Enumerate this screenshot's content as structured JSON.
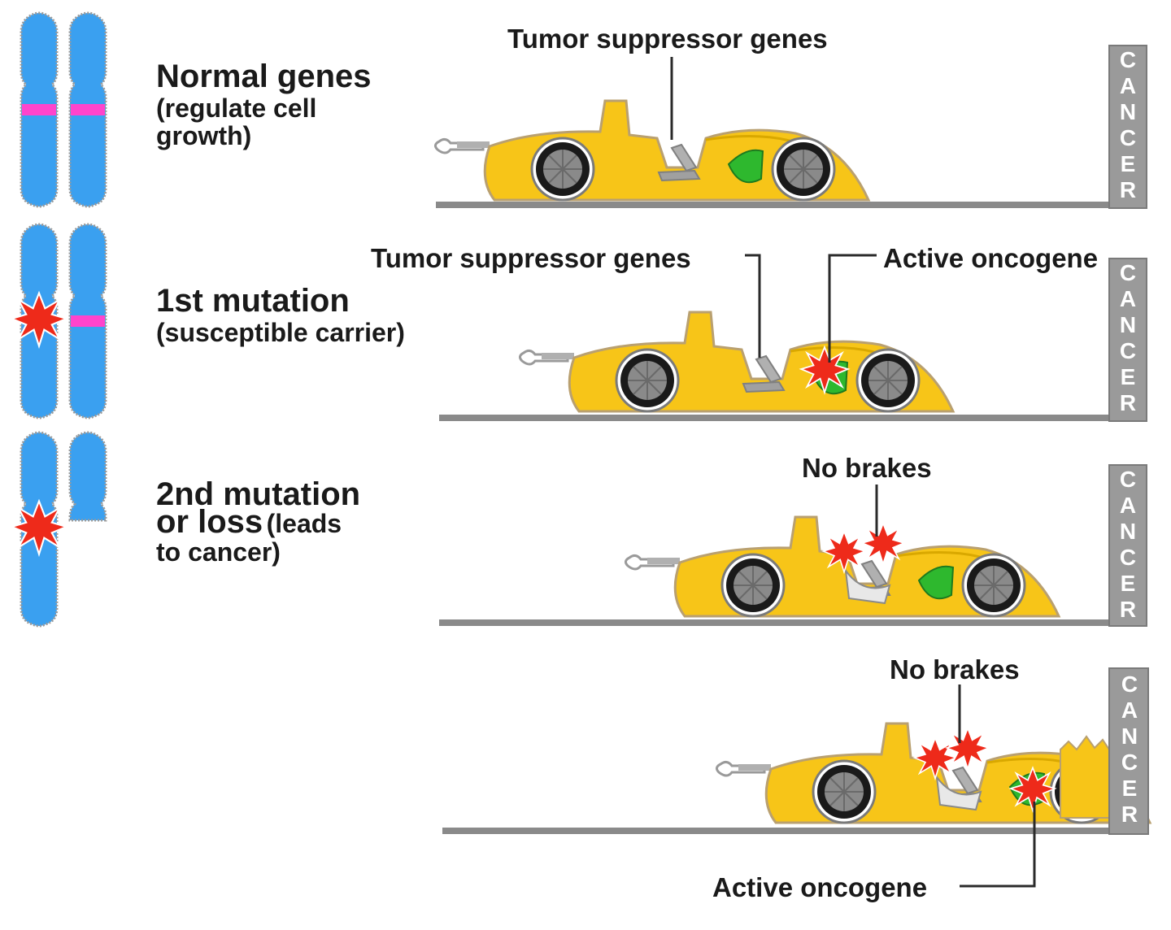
{
  "rows": [
    {
      "title": "Normal genes",
      "note_lines": [
        "(regulate cell",
        "growth)"
      ],
      "callout_left": "Tumor suppressor genes",
      "callout_right": "",
      "wall_text": "CANCER"
    },
    {
      "title": "1st mutation",
      "note_lines": [
        "(susceptible carrier)"
      ],
      "callout_left": "Tumor suppressor genes",
      "callout_right": "Active oncogene",
      "wall_text": "CANCER"
    },
    {
      "title": "2nd mutation",
      "title_line2": "or loss",
      "note_inline": "(leads",
      "note_lines": [
        "to cancer)"
      ],
      "callout_left": "No brakes",
      "callout_right": "",
      "wall_text": "CANCER"
    },
    {
      "title": "",
      "note_lines": [],
      "callout_left": "No brakes",
      "callout_right": "Active oncogene",
      "wall_text": "CANCER"
    }
  ],
  "colors": {
    "chromosome": "#3aa0f0",
    "chromosome_outline": "#9a9a9a",
    "gene_band": "#ff44cc",
    "car_body": "#f7c518",
    "car_outline": "#b9a070",
    "engine": "#2eb82e",
    "mutation_star": "#ee2a1a",
    "road": "#8a8a8a",
    "wall": "#9a9a9a",
    "wheel": "#7a7a7a"
  }
}
